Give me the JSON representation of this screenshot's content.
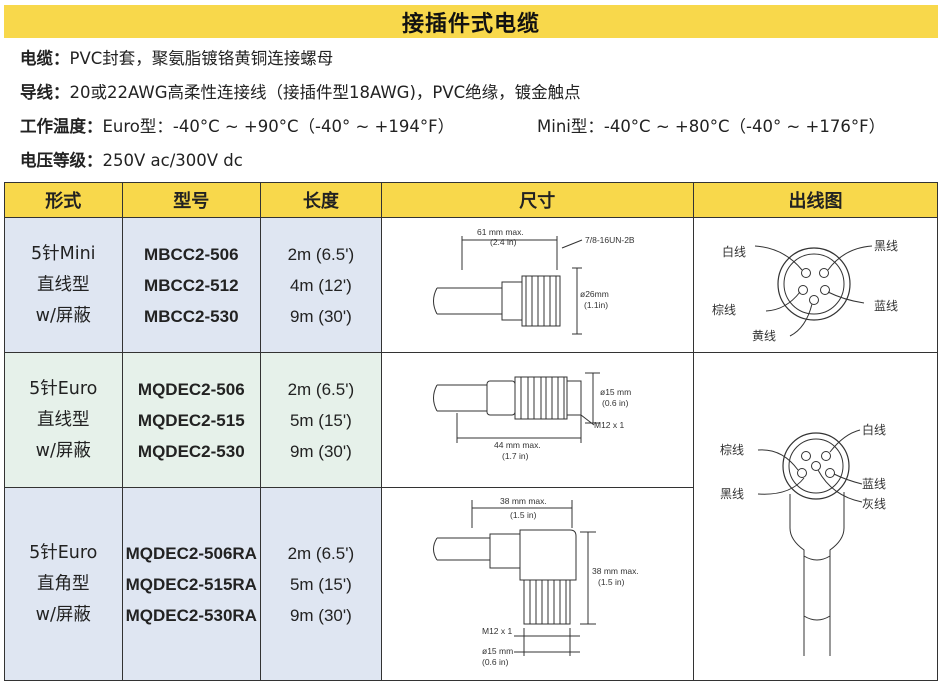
{
  "title": "接插件式电缆",
  "specs": {
    "cable_label": "电缆：",
    "cable_text": "PVC封套，聚氨脂镀铬黄铜连接螺母",
    "wire_label": "导线：",
    "wire_text": "20或22AWG高柔性连接线（接插件型18AWG)，PVC绝缘，镀金触点",
    "temp_label": "工作温度：",
    "temp_euro": "Euro型：-40°C ~ +90°C（-40° ~ +194°F）",
    "temp_mini": "Mini型：-40°C ~ +80°C（-40° ~ +176°F）",
    "voltage_label": "电压等级：",
    "voltage_text": "250V ac/300V dc"
  },
  "table": {
    "headers": [
      "形式",
      "型号",
      "长度",
      "尺寸",
      "出线图"
    ],
    "rows": [
      {
        "form": [
          "5针Mini",
          "直线型",
          "w/屏蔽"
        ],
        "models": [
          "MBCC2-506",
          "MBCC2-512",
          "MBCC2-530"
        ],
        "lengths": [
          "2m (6.5')",
          "4m (12')",
          "9m (30')"
        ],
        "dim": {
          "len": "61 mm max.",
          "len_in": "(2.4 in)",
          "thread": "7/8-16UN-2B",
          "dia": "ø26mm",
          "dia_in": "(1.1in)"
        }
      },
      {
        "form": [
          "5针Euro",
          "直线型",
          "w/屏蔽"
        ],
        "models": [
          "MQDEC2-506",
          "MQDEC2-515",
          "MQDEC2-530"
        ],
        "lengths": [
          "2m (6.5')",
          "5m (15')",
          "9m (30')"
        ],
        "dim": {
          "len": "44 mm max.",
          "len_in": "(1.7 in)",
          "thread": "M12 x 1",
          "dia": "ø15 mm",
          "dia_in": "(0.6 in)"
        }
      },
      {
        "form": [
          "5针Euro",
          "直角型",
          "w/屏蔽"
        ],
        "models": [
          "MQDEC2-506RA",
          "MQDEC2-515RA",
          "MQDEC2-530RA"
        ],
        "lengths": [
          "2m (6.5')",
          "5m (15')",
          "9m (30')"
        ],
        "dim": {
          "w": "38 mm max.",
          "w_in": "(1.5 in)",
          "h": "38 mm max.",
          "h_in": "(1.5 in)",
          "thread": "M12 x 1",
          "dia": "ø15 mm",
          "dia_in": "(0.6 in)"
        }
      }
    ],
    "pinout_mini": {
      "white": "白线",
      "black": "黑线",
      "brown": "棕线",
      "blue": "蓝线",
      "yellow": "黄线"
    },
    "pinout_euro": {
      "white": "白线",
      "brown": "棕线",
      "blue": "蓝线",
      "black": "黑线",
      "gray": "灰线"
    }
  },
  "colors": {
    "banner": "#f8d84b",
    "row_blue": "#dfe6f2",
    "row_green": "#e6f1ea"
  }
}
